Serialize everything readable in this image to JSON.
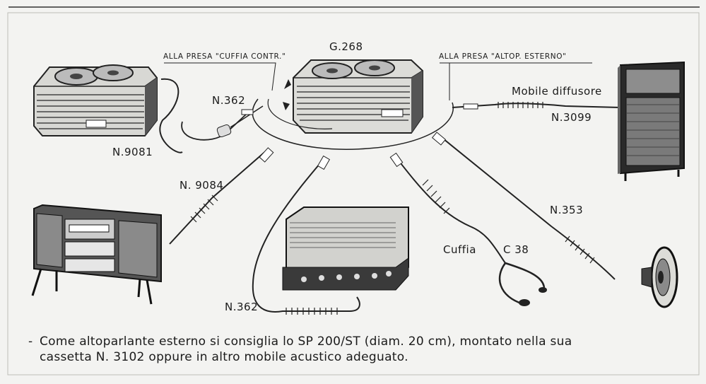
{
  "center_device": {
    "label": "G.268"
  },
  "connections": {
    "cuffia_contr": {
      "label": "ALLA PRESA \"CUFFIA CONTR.\""
    },
    "altop_esterno": {
      "label": "ALLA PRESA \"ALTOP. ESTERNO\""
    },
    "top_cable": {
      "label": "N.362"
    },
    "recorder_cable": {
      "label": "N.9081"
    },
    "radio_cable": {
      "label": "N. 9084"
    },
    "amp_cable": {
      "label": "N.362"
    },
    "speaker_cabinet": {
      "label": "Mobile diffusore",
      "cable": "N.3099"
    },
    "headphone": {
      "label": "Cuffia",
      "model": "C 38"
    },
    "loudspeaker_cable": {
      "label": "N.353"
    }
  },
  "note": {
    "dash": "-",
    "line1": "Come altoparlante esterno si consiglia lo SP 200/ST (diam. 20 cm), montato nella sua",
    "line2": "cassetta N. 3102 oppure in altro mobile acustico adeguato."
  }
}
